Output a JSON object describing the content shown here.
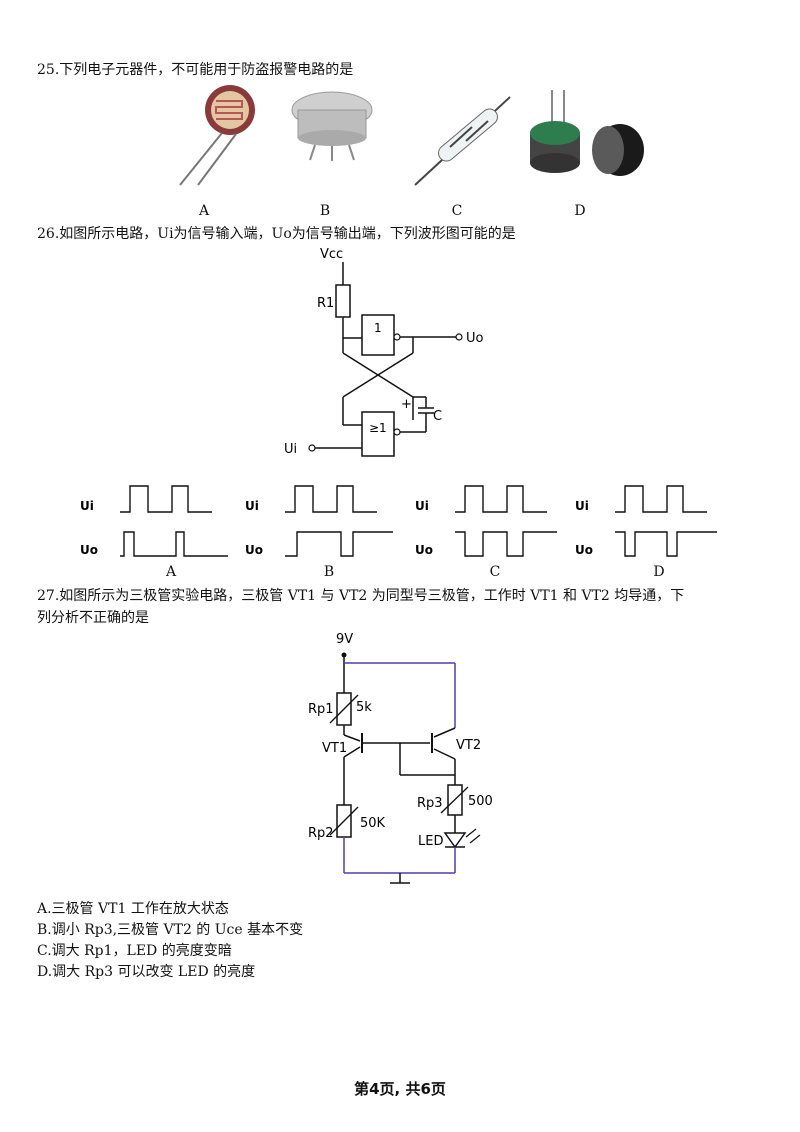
{
  "q25": {
    "stem": "25.下列电子元器件，不可能用于防盗报警电路的是",
    "labels": [
      "A",
      "B",
      "C",
      "D"
    ]
  },
  "q26": {
    "stem": "26.如图所示电路，Ui为信号输入端，Uo为信号输出端，下列波形图可能的是",
    "circuit": {
      "vcc": "Vcc",
      "r1": "R1",
      "gate1": "1",
      "gate2": "≥1",
      "uo": "Uo",
      "ui": "Ui",
      "cap": "C",
      "plus": "+"
    },
    "wave_labels": {
      "ui": "Ui",
      "uo": "Uo"
    },
    "options": [
      "A",
      "B",
      "C",
      "D"
    ]
  },
  "q27": {
    "stem_line1": "27.如图所示为三极管实验电路，三极管 VT1 与 VT2 为同型号三极管，工作时 VT1 和 VT2 均导通，下",
    "stem_line2": "列分析不正确的是",
    "circuit": {
      "supply": "9V",
      "rp1": "Rp1",
      "rp1_val": "5k",
      "vt1": "VT1",
      "vt2": "VT2",
      "rp3": "Rp3",
      "rp3_val": "500",
      "rp2": "Rp2",
      "rp2_val": "50K",
      "led": "LED"
    },
    "options": [
      "A.三极管 VT1 工作在放大状态",
      "B.调小 Rp3,三极管 VT2 的 Uce 基本不变",
      "C.调大 Rp1，LED 的亮度变暗",
      "D.调大 Rp3 可以改变 LED 的亮度"
    ]
  },
  "footer": "第4页, 共6页"
}
